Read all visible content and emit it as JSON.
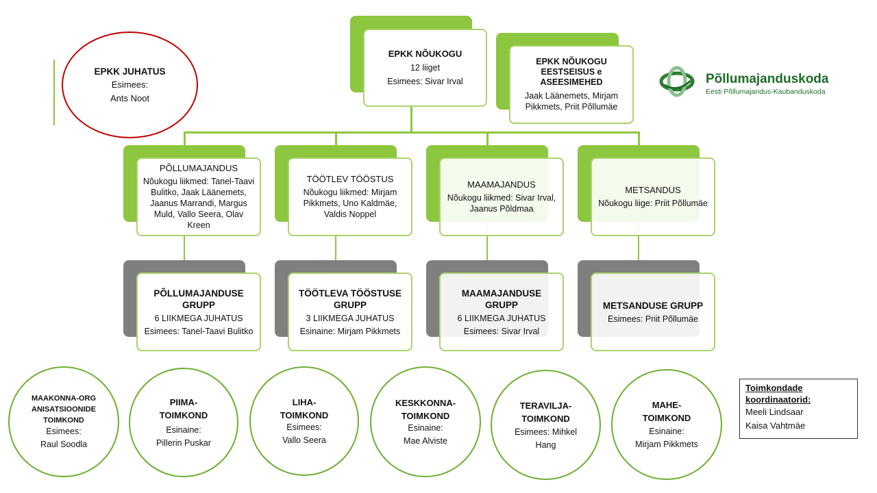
{
  "council": {
    "title": "EPKK NÕUKOGU",
    "line1": "12 liiget",
    "line2": "Esimees: Sivar Irval"
  },
  "presidium": {
    "title": "EPKK NÕUKOGU EESTSEISUS e ASEESIMEHED",
    "members": "Jaak Läänemets, Mirjam Pikkmets, Priit Põllumäe"
  },
  "board": {
    "title": "EPKK JUHATUS",
    "line1": "Esimees:",
    "line2": "Ants Noot"
  },
  "logo": {
    "name": "Põllumajanduskoda",
    "subtitle": "Eesti Põllumajandus-Kaubanduskoda",
    "color": "#1f6b2a"
  },
  "sectors": [
    {
      "title": "PÕLLUMAJANDUS",
      "text": "Nõukogu liikmed: Tanel-Taavi Bulitko, Jaak Läänemets, Jaanus Marrandi, Margus Muld, Vallo Seera, Olav Kreen"
    },
    {
      "title": "TÖÖTLEV TÖÖSTUS",
      "text": "Nõukogu liikmed: Mirjam Pikkmets, Uno Kaldmäe, Valdis Noppel"
    },
    {
      "title": "MAAMAJANDUS",
      "text": "Nõukogu liikmed: Sivar Irval, Jaanus Põldmaa"
    },
    {
      "title": "METSANDUS",
      "text": "Nõukogu liige: Priit Põllumäe"
    }
  ],
  "groups": [
    {
      "title": "PÕLLUMAJANDUSE GRUPP",
      "line1": "6 LIIKMEGA JUHATUS",
      "line2": "Esimees: Tanel-Taavi Bulitko"
    },
    {
      "title": "TÖÖTLEVA TÖÖSTUSE GRUPP",
      "line1": "3 LIIKMEGA JUHATUS",
      "line2": "Esinaine: Mirjam Pikkmets"
    },
    {
      "title": "MAAMAJANDUSE GRUPP",
      "line1": "6 LIIKMEGA JUHATUS",
      "line2": "Esimees: Sivar Irval"
    },
    {
      "title": "METSANDUSE GRUPP",
      "line1": "",
      "line2": "Esimees: Priit Põllumäe"
    }
  ],
  "committees": [
    {
      "title": "MAAKONNA-ORGANISATSIOONIDE TOIMKOND",
      "role": "Esimees:",
      "name": "Raul Soodla"
    },
    {
      "title": "PIIMA-TOIMKOND",
      "role": "Esinaine:",
      "name": "Pillerin Puskar"
    },
    {
      "title": "LIHA-TOIMKOND",
      "role": "Esimees:",
      "name": "Vallo Seera"
    },
    {
      "title": "KESKKONNA-TOIMKOND",
      "role": "Esinaine:",
      "name": "Mae Alviste"
    },
    {
      "title": "TERAVILJA-TOIMKOND",
      "role": "Esimees: Mihkel",
      "name": "Hang"
    },
    {
      "title": "MAHE-TOIMKOND",
      "role": "Esinaine:",
      "name": "Mirjam Pikkmets"
    }
  ],
  "coordinators": {
    "heading": "Toimkondade koordinaatorid:",
    "names": [
      "Meeli Lindsaar",
      "Kaisa Vahtmäe"
    ]
  },
  "colors": {
    "green": "#8dc63f",
    "green_border": "#a9d46a",
    "gray": "#7f7f7f",
    "red": "#c00000",
    "circle_border": "#6fae32"
  }
}
